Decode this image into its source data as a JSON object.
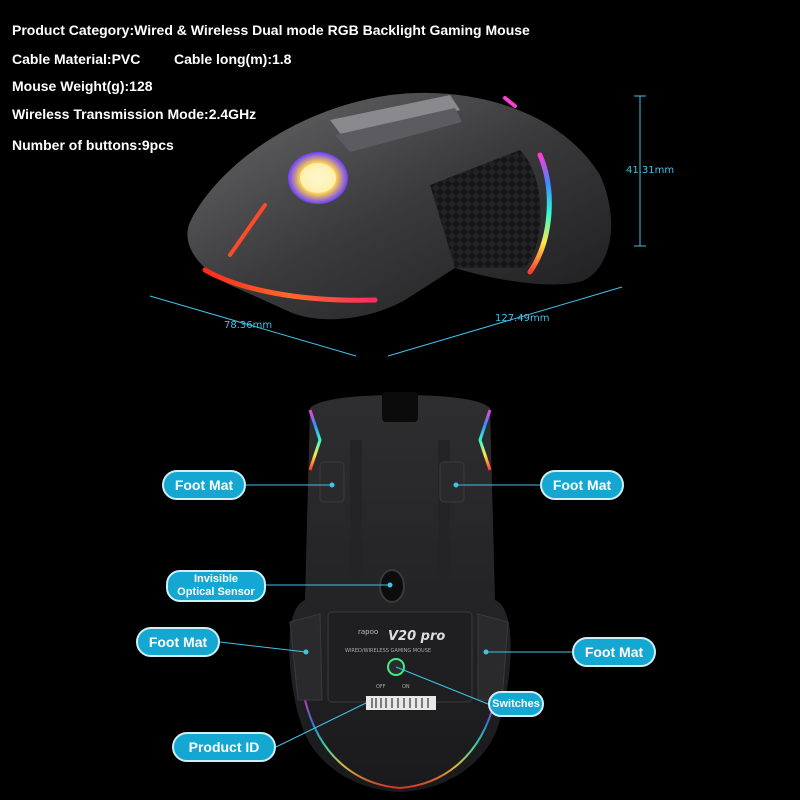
{
  "specs": {
    "category": "Product Category:Wired & Wireless Dual mode RGB Backlight Gaming Mouse",
    "cable_material": "Cable Material:PVC",
    "cable_length": "Cable long(m):1.8",
    "weight": "Mouse Weight(g):128",
    "wireless_mode": "Wireless Transmission Mode:2.4GHz",
    "buttons": "Number of buttons:9pcs"
  },
  "dimensions": {
    "height": "41.31mm",
    "width": "78.36mm",
    "length": "127.49mm"
  },
  "callouts": {
    "foot_mat": "Foot Mat",
    "sensor_line1": "Invisible",
    "sensor_line2": "Optical Sensor",
    "switches": "Switches",
    "product_id": "Product ID"
  },
  "bottom_label": {
    "brand": "rapoo",
    "model": "V20 pro",
    "subtitle": "WIRED/WIRELESS GAMING MOUSE",
    "off": "OFF",
    "on": "ON"
  },
  "colors": {
    "accent": "#14a7d2",
    "dimension_text": "#3fc3e6",
    "background": "#000000"
  }
}
